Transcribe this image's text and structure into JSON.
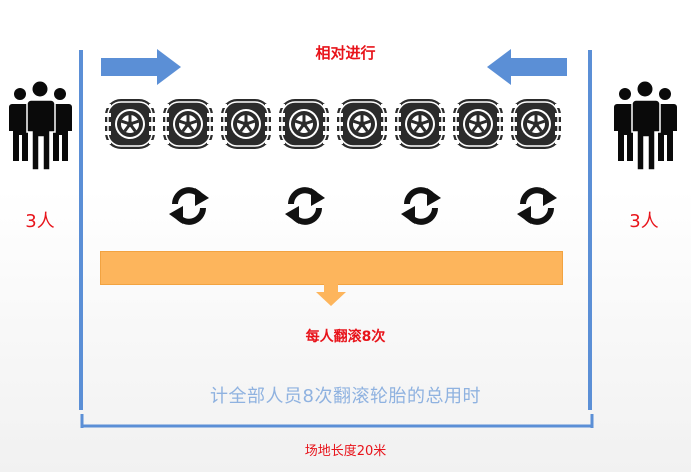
{
  "title": "相对进行",
  "left_group": {
    "count_label": "3人",
    "icon": "people-group-icon"
  },
  "right_group": {
    "count_label": "3人",
    "icon": "people-group-icon"
  },
  "tires": {
    "icon": "tire-icon",
    "count": 8
  },
  "flip_icons": {
    "icon": "rotate-cycle-icon",
    "count": 4
  },
  "note": "每人翻滚8次",
  "summary": "计全部人员8次翻滚轮胎的总用时",
  "field_length": "场地长度20米",
  "colors": {
    "line_blue": "#5b8fd6",
    "arrow_blue": "#5b8fd6",
    "track_orange": "#fdb55c",
    "text_red": "#e8141b",
    "summary_blue": "#8fb2e0"
  }
}
